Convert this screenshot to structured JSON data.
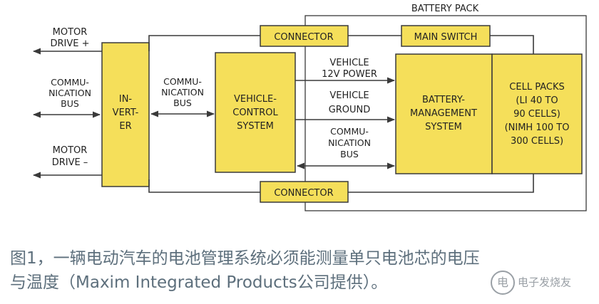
{
  "labels": {
    "battery_pack": "BATTERY PACK",
    "motor_drive_plus": [
      "MOTOR",
      "DRIVE +"
    ],
    "motor_drive_minus": [
      "MOTOR",
      "DRIVE –"
    ],
    "comm_bus_left": [
      "COMMU-",
      "NICATION",
      "BUS"
    ],
    "comm_bus_mid": [
      "COMMU-",
      "NICATION",
      "BUS"
    ],
    "comm_bus_right": [
      "COMMU-",
      "NICATION",
      "BUS"
    ],
    "inverter": [
      "IN-",
      "VERT-",
      "ER"
    ],
    "vehicle_control": [
      "VEHICLE-",
      "CONTROL",
      "SYSTEM"
    ],
    "connector_top": "CONNECTOR",
    "connector_bottom": "CONNECTOR",
    "main_switch": "MAIN SWITCH",
    "vehicle_power": [
      "VEHICLE",
      "12V POWER"
    ],
    "vehicle_ground": [
      "VEHICLE",
      "GROUND"
    ],
    "bms": [
      "BATTERY-",
      "MANAGEMENT",
      "SYSTEM"
    ],
    "cell_packs": [
      "CELL PACKS",
      "(LI 40 TO",
      "90 CELLS)",
      "(NIMH 100 TO",
      "300 CELLS)"
    ]
  },
  "caption": {
    "line1": "图1，一辆电动汽车的电池管理系统必须能测量单只电池芯的电压",
    "line2": "与温度（Maxim Integrated Products公司提供）。"
  },
  "watermark": {
    "logo_char": "电",
    "text": "电子发烧友"
  },
  "colors": {
    "block_fill": "#f5df5a",
    "line": "#3a3a3a",
    "caption_text": "#5d6f7c"
  }
}
